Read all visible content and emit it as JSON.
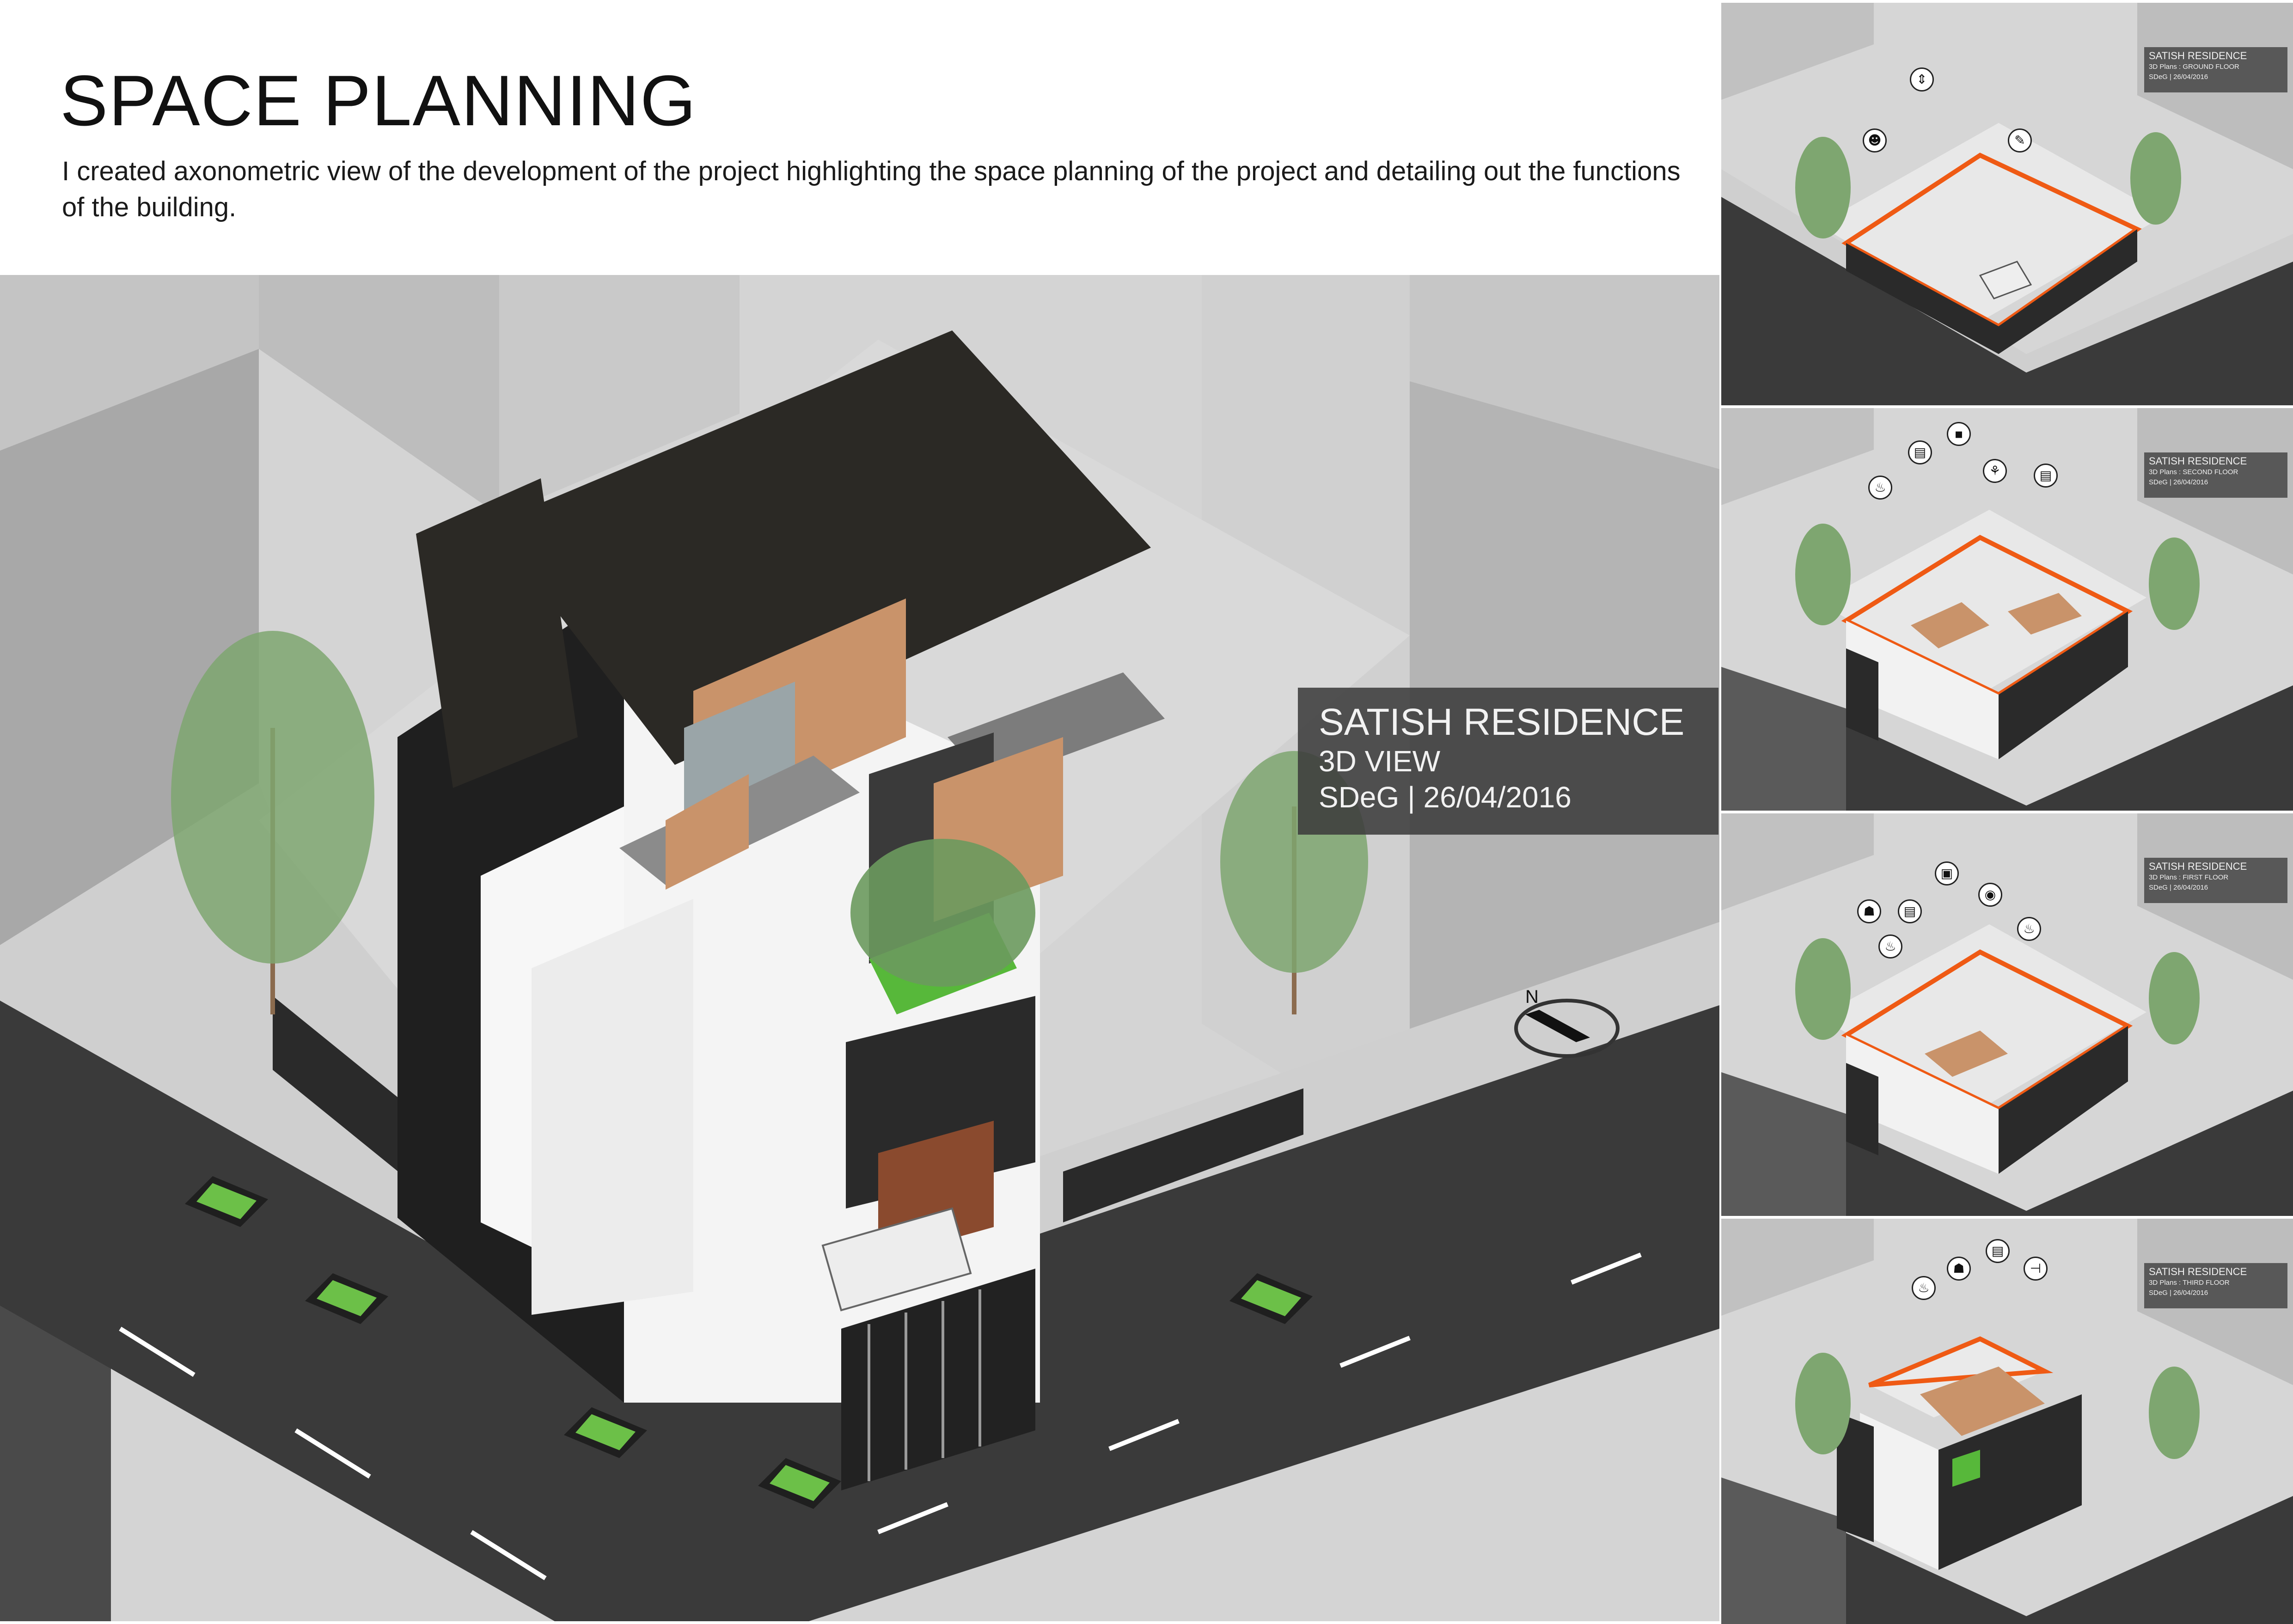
{
  "header": {
    "title": "SPACE PLANNING",
    "description": "I created axonometric view of the development of the project highlighting the space planning of the project and detailing out the functions of the building."
  },
  "main_view": {
    "title_block": {
      "project": "SATISH RESIDENCE",
      "view": "3D VIEW",
      "credit": "SDeG | 26/04/2016"
    },
    "compass_label": "N"
  },
  "colors": {
    "road": "#3a3a3a",
    "sidewalk": "#cfcfcf",
    "neighbor_blocks": "#bdbdbd",
    "roof": "#2b2925",
    "walls": "#f4f4f4",
    "wood": "#c9936a",
    "cladding": "#8a4a2e",
    "glass": "#9aa5a8",
    "plan_outline": "#ef5a14",
    "tree": "#7ea670",
    "lawn": "#57b83a"
  },
  "plans": [
    {
      "project": "SATISH RESIDENCE",
      "plan": "3D Plans : GROUND FLOOR",
      "credit": "SDeG | 26/04/2016",
      "icons": [
        "person-icon",
        "lift-icon",
        "study-icon"
      ]
    },
    {
      "project": "SATISH RESIDENCE",
      "plan": "3D Plans : SECOND FLOOR",
      "credit": "SDeG | 26/04/2016",
      "icons": [
        "bathtub-icon",
        "bed-icon",
        "bar-chart-icon",
        "dining-icon",
        "bed-icon"
      ]
    },
    {
      "project": "SATISH RESIDENCE",
      "plan": "3D Plans : FIRST FLOOR",
      "credit": "SDeG | 26/04/2016",
      "icons": [
        "wine-glass-icon",
        "bathtub-icon",
        "bed-icon",
        "sofa-icon",
        "projector-icon",
        "bathtub-icon"
      ]
    },
    {
      "project": "SATISH RESIDENCE",
      "plan": "3D Plans : THIRD FLOOR",
      "credit": "SDeG | 26/04/2016",
      "icons": [
        "bathtub-icon",
        "wine-glass-icon",
        "cake-icon",
        "dumbbell-icon"
      ]
    }
  ]
}
